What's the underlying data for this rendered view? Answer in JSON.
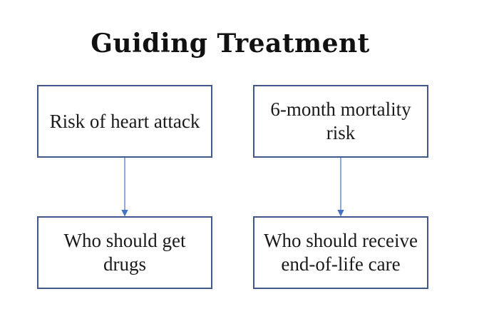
{
  "title": "Guiding Treatment",
  "boxes": {
    "risk": "Risk of heart attack",
    "mortality": "6-month mortality risk",
    "drugs": "Who should get drugs",
    "endoflife": "Who should receive end-of-life care"
  },
  "colors": {
    "box_border": "#3f5a8a",
    "arrow": "#4472c4"
  }
}
